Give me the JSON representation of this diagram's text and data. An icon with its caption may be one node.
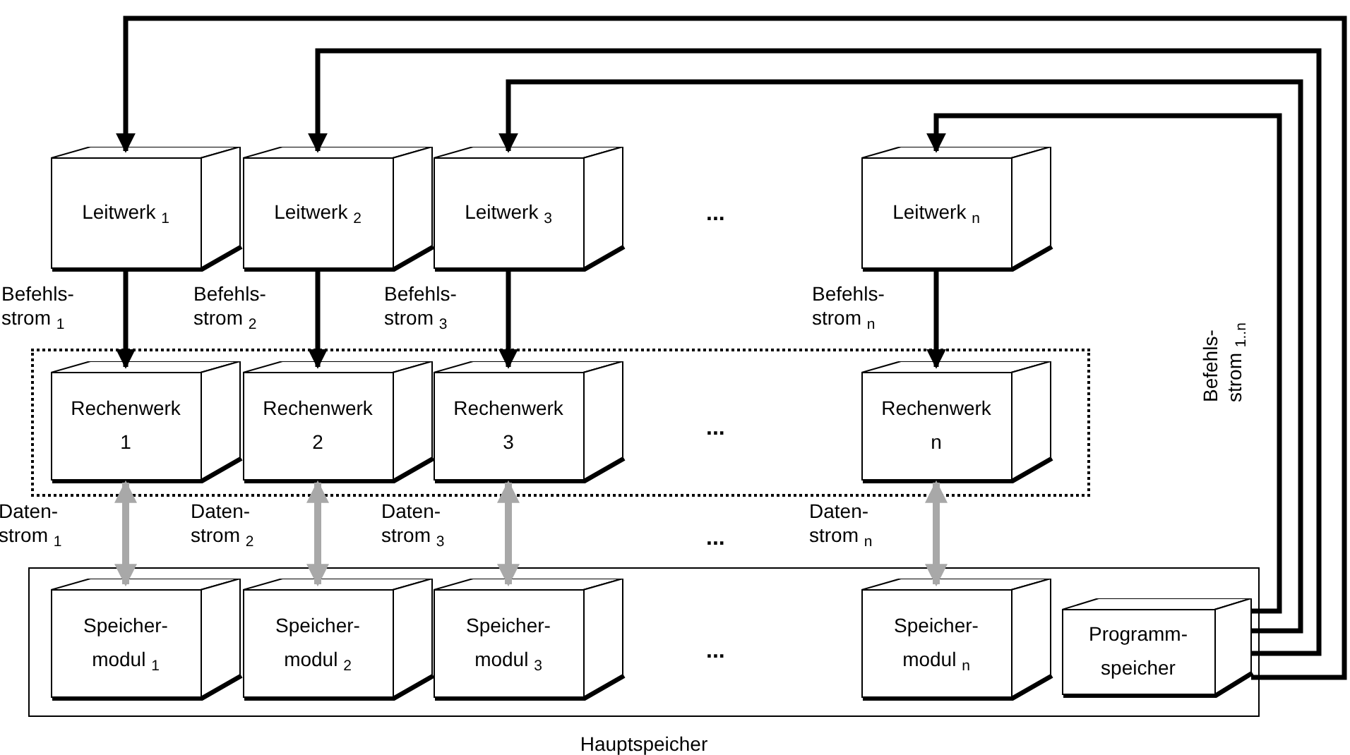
{
  "diagram": {
    "nodes": [
      {
        "text": [
          "Leitwerk $_{1}$"
        ]
      },
      {
        "text": [
          "Leitwerk $_{2}$"
        ]
      },
      {
        "text": [
          "Leitwerk $_{3}$"
        ]
      },
      {
        "text": [
          "Leitwerk $_{n}$"
        ]
      },
      {
        "text": [],
        "shape": "box"
      },
      {
        "text": [
          "Rechenwerk 1"
        ],
        "in": 4
      },
      {
        "text": [
          "Rechenwerk 2"
        ],
        "in": 4
      },
      {
        "text": [
          "Rechenwerk 3"
        ],
        "in": 4
      },
      {
        "text": [
          "Rechenwerk n"
        ],
        "in": 4
      },
      {
        "text": [
          "Hauptspeicher"
        ]
      },
      {
        "text": [
          "Speicher- modul $_{1}$"
        ],
        "in": 9
      },
      {
        "text": [
          "Speicher- modul $_{2}$"
        ],
        "in": 9
      },
      {
        "text": [
          "Speicher- modul $_{3}$"
        ],
        "in": 9
      },
      {
        "text": [
          "Speicher- modul $_{n}$"
        ],
        "in": 9
      },
      {
        "text": [
          "Programm- speicher"
        ],
        "in": 9
      }
    ],
    "edges": [
      {
        "from": 0,
        "to": 5,
        "arrow": "to",
        "label": "Befehls- strom $_{1}$"
      },
      {
        "from": 1,
        "to": 6,
        "arrow": "to",
        "label": "Befehls- strom $_{2}$"
      },
      {
        "from": 2,
        "to": 7,
        "arrow": "to",
        "label": "Befehls- strom $_{3}$"
      },
      {
        "from": 3,
        "to": 8,
        "arrow": "to",
        "label": "Befehls- strom $_{n}$"
      },
      {
        "from": 5,
        "to": 10,
        "arrow": "both",
        "label": "Daten- strom $_{1}$",
        "color": "#a8a8a8"
      },
      {
        "from": 6,
        "to": 11,
        "arrow": "both",
        "label": "Daten- strom $_{2}$",
        "color": "#a8a8a8"
      },
      {
        "from": 7,
        "to": 12,
        "arrow": "both",
        "label": "Daten- strom $_{3}$",
        "color": "#a8a8a8"
      },
      {
        "from": 8,
        "to": 13,
        "arrow": "both",
        "label": "Daten- strom $_{n}$",
        "color": "#a8a8a8"
      },
      {
        "from": 14,
        "to": 0,
        "arrow": "to"
      },
      {
        "from": 14,
        "to": 1,
        "arrow": "to"
      },
      {
        "from": 14,
        "to": 2,
        "arrow": "to"
      },
      {
        "from": 14,
        "to": 3,
        "arrow": "to"
      }
    ],
    "labels": [
      "...",
      "...",
      "...",
      "...",
      "Befehls- strom $_{1..n}$"
    ]
  }
}
